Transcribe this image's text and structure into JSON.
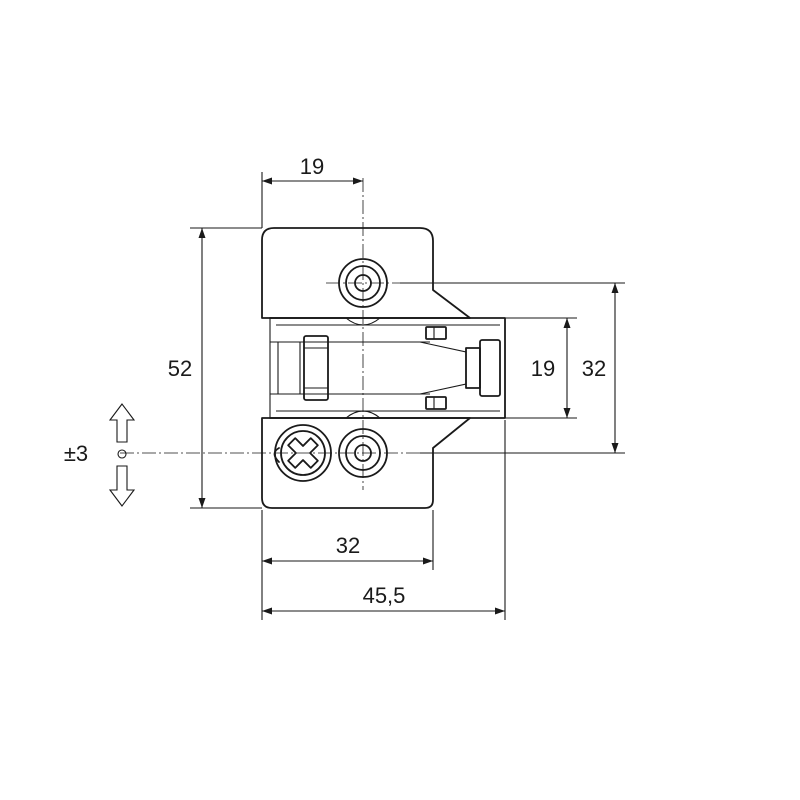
{
  "dimensions": {
    "top_width": "19",
    "total_height": "52",
    "slot_height": "19",
    "hole_spacing_vertical": "32",
    "hole_spacing_horizontal": "32",
    "total_width": "45,5",
    "adjustment": "±3"
  }
}
